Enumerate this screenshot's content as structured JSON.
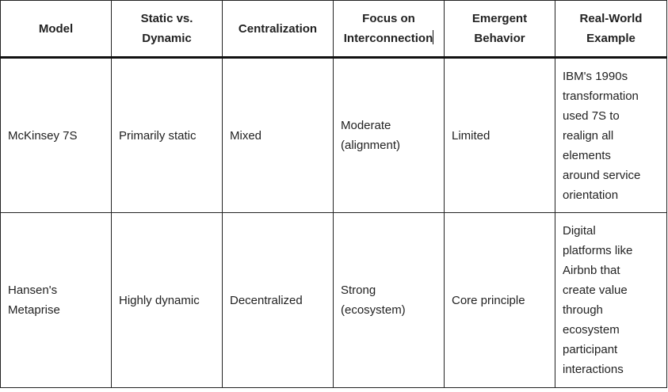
{
  "table": {
    "headers": [
      "Model",
      "Static vs.\nDynamic",
      "Centralization",
      "Focus on\nInterconnection",
      "Emergent\nBehavior",
      "Real-World\nExample"
    ],
    "rows": [
      [
        "McKinsey 7S",
        "Primarily static",
        "Mixed",
        "Moderate\n(alignment)",
        "Limited",
        "IBM's 1990s\ntransformation\nused 7S to\nrealign all\nelements\naround service\norientation"
      ],
      [
        "Hansen's\nMetaprise",
        "Highly dynamic",
        "Decentralized",
        "Strong\n(ecosystem)",
        "Core principle",
        "Digital\nplatforms like\nAirbnb that\ncreate value\nthrough\necosystem\nparticipant\ninteractions"
      ]
    ]
  }
}
